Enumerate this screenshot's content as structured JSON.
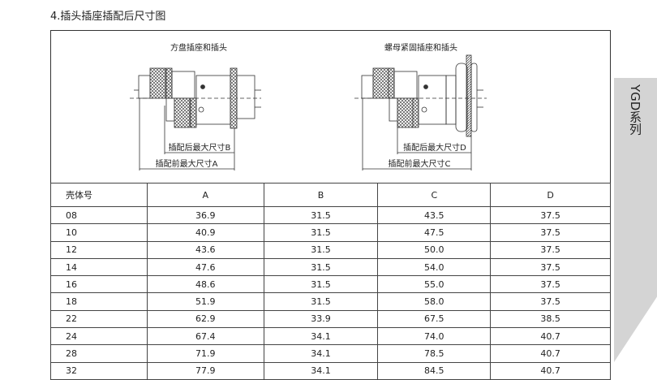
{
  "title": "4.插头插座插配后尺寸图",
  "side_tab": "YGD系列",
  "diagrams": [
    {
      "caption": "方盘插座和插头",
      "dim_after": "插配后最大尺寸B",
      "dim_before": "插配前最大尺寸A"
    },
    {
      "caption": "螺母紧固插座和插头",
      "dim_after": "插配后最大尺寸D",
      "dim_before": "插配前最大尺寸C"
    }
  ],
  "table": {
    "headers": [
      "壳体号",
      "A",
      "B",
      "C",
      "D"
    ],
    "rows": [
      [
        "08",
        "36.9",
        "31.5",
        "43.5",
        "37.5"
      ],
      [
        "10",
        "40.9",
        "31.5",
        "47.5",
        "37.5"
      ],
      [
        "12",
        "43.6",
        "31.5",
        "50.0",
        "37.5"
      ],
      [
        "14",
        "47.6",
        "31.5",
        "54.0",
        "37.5"
      ],
      [
        "16",
        "48.6",
        "31.5",
        "55.0",
        "37.5"
      ],
      [
        "18",
        "51.9",
        "31.5",
        "58.0",
        "37.5"
      ],
      [
        "22",
        "62.9",
        "33.9",
        "67.5",
        "38.5"
      ],
      [
        "24",
        "67.4",
        "34.1",
        "74.0",
        "40.7"
      ],
      [
        "28",
        "71.9",
        "34.1",
        "78.5",
        "40.7"
      ],
      [
        "32",
        "77.9",
        "34.1",
        "84.5",
        "40.7"
      ]
    ]
  }
}
